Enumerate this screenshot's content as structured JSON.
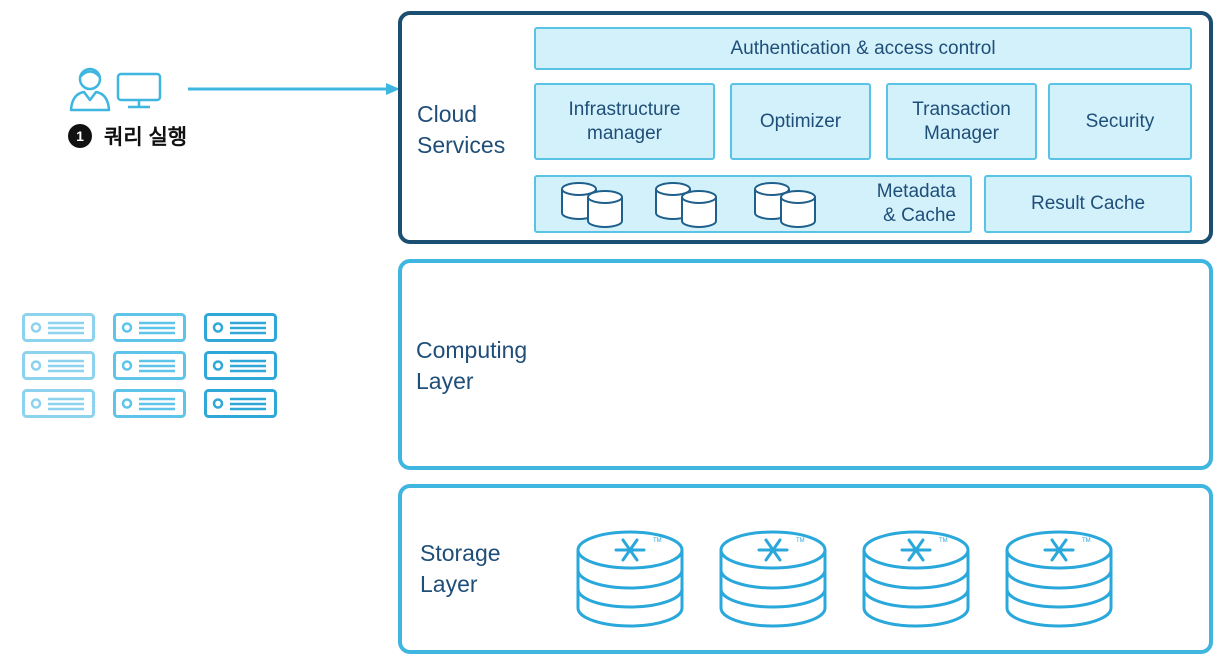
{
  "query": {
    "step": "1",
    "label": "쿼리 실행"
  },
  "cloud_services": {
    "label": "Cloud\nServices",
    "auth": "Authentication & access control",
    "infra": "Infrastructure\nmanager",
    "optimizer": "Optimizer",
    "transaction": "Transaction\nManager",
    "security": "Security",
    "metadata": "Metadata\n& Cache",
    "result_cache": "Result Cache"
  },
  "computing_layer": {
    "label": "Computing\nLayer"
  },
  "storage_layer": {
    "label": "Storage\nLayer"
  },
  "colors": {
    "dark": "#1b4f72",
    "accent": "#3eb6e0",
    "fill": "#d2f1fb"
  },
  "icons": [
    "user-icon",
    "monitor-icon",
    "arrow-icon",
    "database-icon",
    "server-icon",
    "snowflake-database-icon"
  ]
}
